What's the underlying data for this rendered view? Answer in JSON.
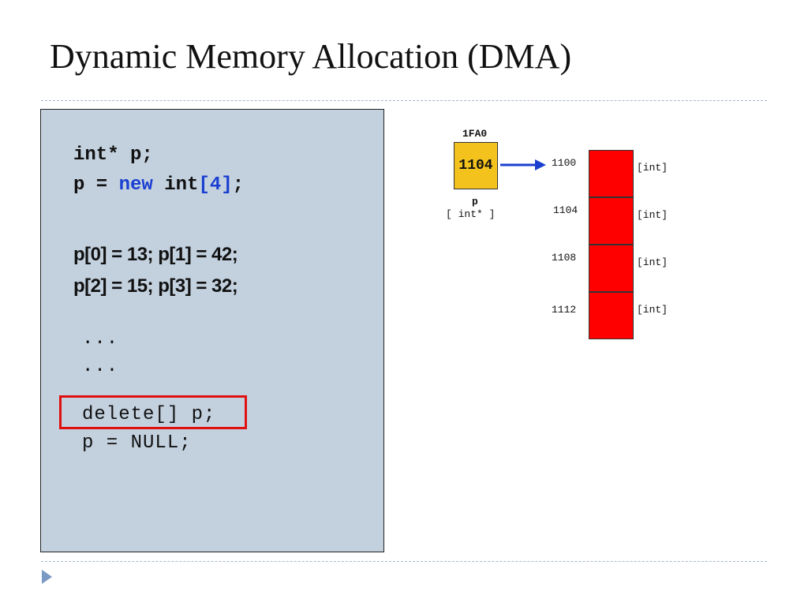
{
  "slide": {
    "title": "Dynamic Memory Allocation (DMA)"
  },
  "code": {
    "line1": "int* p;",
    "line2_lhs": "p = ",
    "line2_kw": "new",
    "line2_type": " int",
    "line2_open": "[",
    "line2_num": "4",
    "line2_close": "]",
    "line2_end": ";",
    "line3": "p[0] = 13; p[1] = 42;",
    "line4": "p[2] = 15; p[3] = 32;",
    "dots1": "...",
    "dots2": "...",
    "dots3": "...",
    "delete_line": "delete[] p;",
    "null_line": "p = NULL;"
  },
  "diagram": {
    "pointer_address": "1FA0",
    "pointer_value": "1104",
    "pointer_name": "p",
    "pointer_type": "[ int* ]",
    "colors": {
      "pointer_box": "#f4c21c",
      "array_cell": "#ff0000",
      "arrow": "#1a3fd0",
      "highlight": "#e01010"
    },
    "cells": [
      {
        "address": "1100",
        "type": "[int]"
      },
      {
        "address": "1104",
        "type": "[int]"
      },
      {
        "address": "1108",
        "type": "[int]"
      },
      {
        "address": "1112",
        "type": "[int]"
      }
    ]
  }
}
